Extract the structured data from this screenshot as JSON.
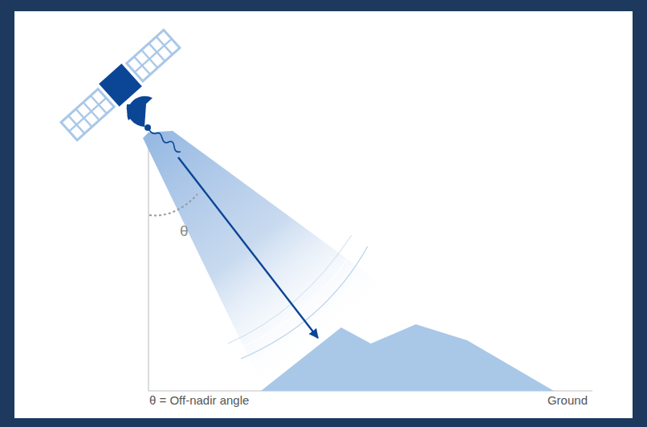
{
  "diagram": {
    "labels": [
      "θ",
      "θ = Off-nadir angle",
      "Ground"
    ]
  }
}
